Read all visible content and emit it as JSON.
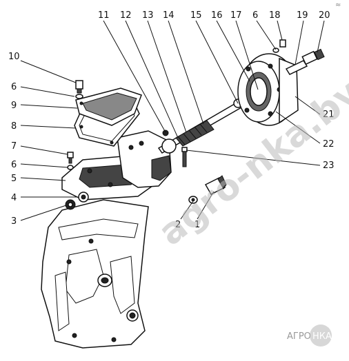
{
  "callouts": {
    "n1": "1",
    "n2": "2",
    "n3": "3",
    "n4": "4",
    "n5": "5",
    "n6a": "6",
    "n6b": "6",
    "n6c": "6",
    "n7": "7",
    "n8": "8",
    "n9": "9",
    "n10": "10",
    "n11": "11",
    "n12": "12",
    "n13": "13",
    "n14": "14",
    "n15": "15",
    "n16": "16",
    "n17": "17",
    "n18": "18",
    "n19": "19",
    "n20": "20",
    "n21": "21",
    "n22": "22",
    "n23": "23"
  },
  "watermark": {
    "text": "agro-nka.by",
    "logo_left": "АГРО",
    "logo_right": "НКА"
  },
  "corner_mark": "≈"
}
